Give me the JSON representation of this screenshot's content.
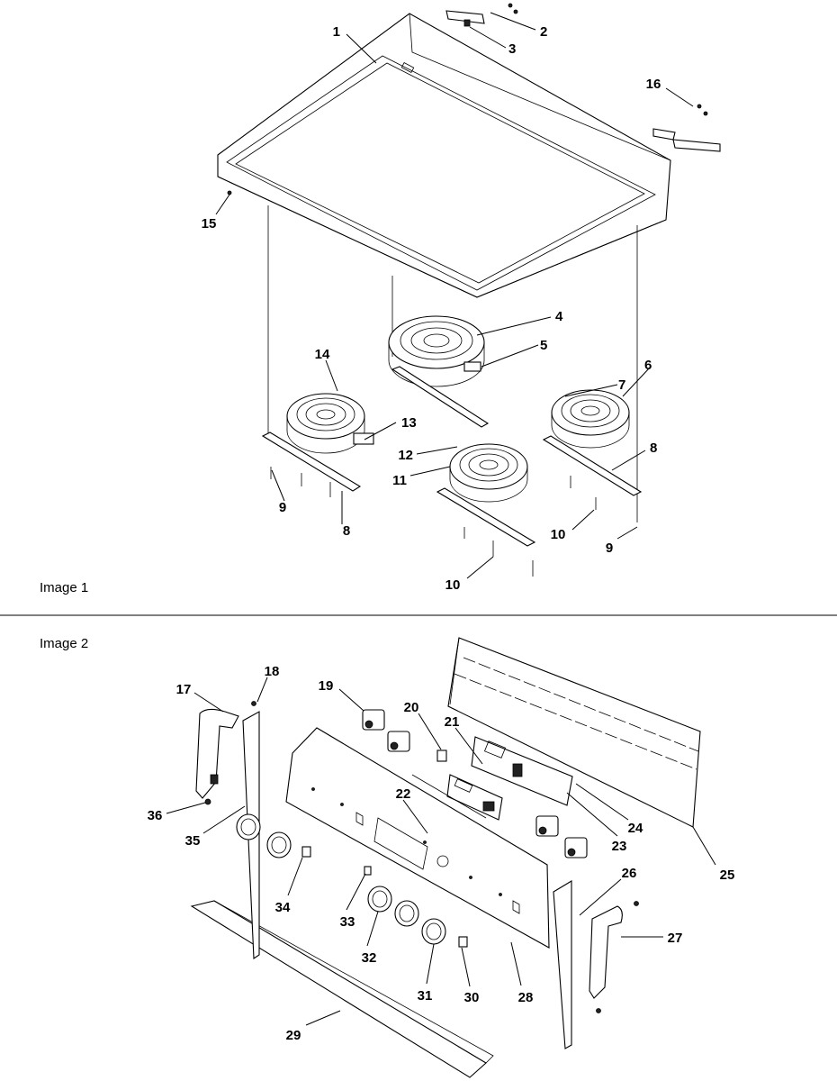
{
  "images": [
    {
      "caption": "Image 1",
      "callouts": [
        "1",
        "2",
        "3",
        "4",
        "5",
        "6",
        "7",
        "8",
        "8",
        "9",
        "9",
        "10",
        "10",
        "11",
        "12",
        "13",
        "14",
        "15",
        "16"
      ]
    },
    {
      "caption": "Image 2",
      "callouts": [
        "17",
        "18",
        "19",
        "20",
        "21",
        "22",
        "23",
        "24",
        "25",
        "26",
        "27",
        "28",
        "29",
        "30",
        "31",
        "32",
        "33",
        "34",
        "35",
        "36"
      ]
    }
  ]
}
